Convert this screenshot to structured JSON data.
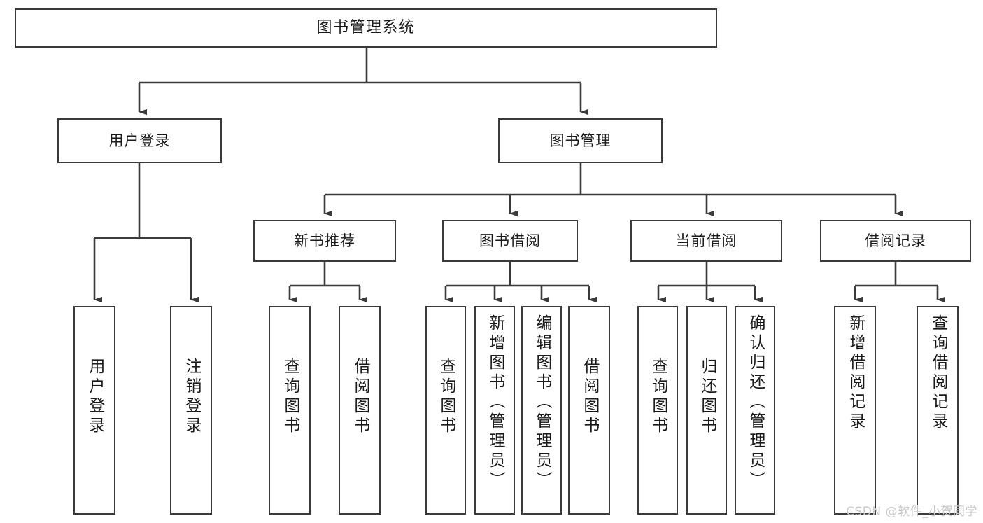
{
  "diagram": {
    "title": "图书管理系统",
    "watermark": "CSDN @软件_小贺同学",
    "line_color": "#3a3a3a",
    "box_fill": "#ffffff",
    "text_color": "#1a1a1a",
    "watermark_color": "#c9c9c9"
  },
  "root": {
    "label": "图书管理系统"
  },
  "level2": [
    {
      "label": "用户登录"
    },
    {
      "label": "图书管理"
    }
  ],
  "level3": [
    {
      "label": "新书推荐"
    },
    {
      "label": "图书借阅"
    },
    {
      "label": "当前借阅"
    },
    {
      "label": "借阅记录"
    }
  ],
  "leaves": {
    "user_login": [
      {
        "label": "用户登录"
      },
      {
        "label": "注销登录"
      }
    ],
    "new_book": [
      {
        "label": "查询图书"
      },
      {
        "label": "借阅图书"
      }
    ],
    "book_borrow": [
      {
        "label": "查询图书"
      },
      {
        "label": "新增图书（管理员）"
      },
      {
        "label": "编辑图书（管理员）"
      },
      {
        "label": "借阅图书"
      }
    ],
    "current_borrow": [
      {
        "label": "查询图书"
      },
      {
        "label": "归还图书"
      },
      {
        "label": "确认归还（管理员）"
      }
    ],
    "borrow_record": [
      {
        "label": "新增借阅记录"
      },
      {
        "label": "查询借阅记录"
      }
    ]
  }
}
